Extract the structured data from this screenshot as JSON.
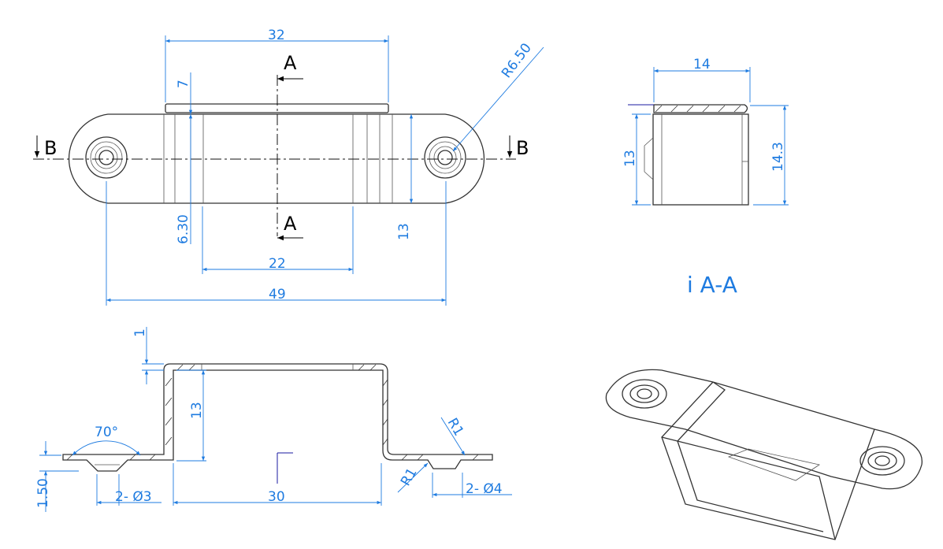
{
  "front_view": {
    "dims": {
      "width_top": "32",
      "height_7": "7",
      "offset_630": "6.30",
      "inner_22": "22",
      "overall_49": "49",
      "height_13": "13",
      "radius": "R6.50"
    },
    "section_labels": {
      "a_top": "A",
      "a_bottom": "A",
      "b_left": "B",
      "b_right": "B"
    }
  },
  "section_view": {
    "title": "i A-A",
    "dims": {
      "width_14": "14",
      "height_13": "13",
      "height_143": "14.3"
    }
  },
  "side_section": {
    "dims": {
      "thickness": "1",
      "height_13": "13",
      "angle": "70°",
      "depth": "1.50",
      "hole_small": "2- Ø3",
      "span_30": "30",
      "radius_top": "R1",
      "radius_bottom": "R1",
      "hole_large": "2- Ø4"
    }
  },
  "colors": {
    "dimension": "#1e7be0",
    "outline": "#333333"
  }
}
